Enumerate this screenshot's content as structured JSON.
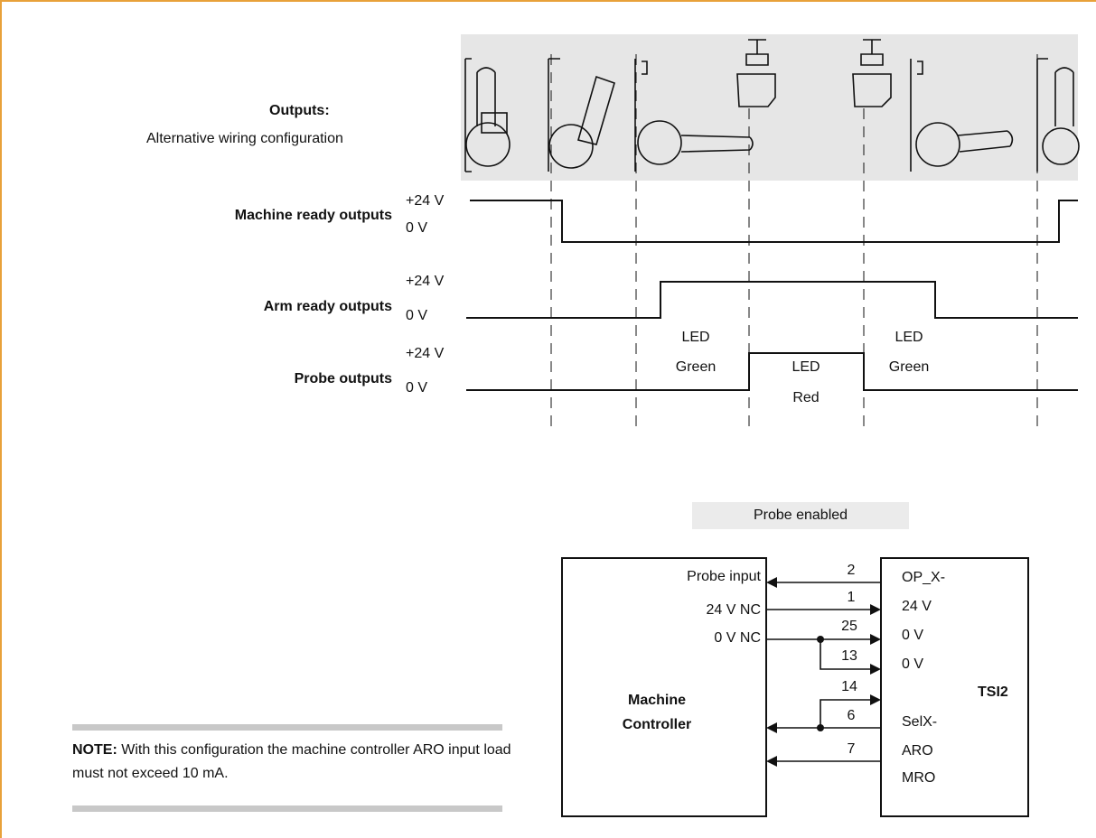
{
  "outputs": {
    "title": "Outputs:",
    "subtitle": "Alternative wiring configuration"
  },
  "signals": [
    {
      "name": "Machine ready outputs",
      "high": "+24 V",
      "low": "0 V"
    },
    {
      "name": "Arm ready outputs",
      "high": "+24 V",
      "low": "0 V"
    },
    {
      "name": "Probe outputs",
      "high": "+24 V",
      "low": "0 V"
    }
  ],
  "leds": {
    "green_left_1": "LED",
    "green_left_2": "Green",
    "red_1": "LED",
    "red_2": "Red",
    "green_right_1": "LED",
    "green_right_2": "Green"
  },
  "probe_enabled": "Probe enabled",
  "controller": {
    "name_1": "Machine",
    "name_2": "Controller",
    "ports": [
      "Probe input",
      "24 V NC",
      "0 V NC"
    ]
  },
  "tsi": {
    "name": "TSI2",
    "ports": [
      "OP_X-",
      "24 V",
      "0 V",
      "0 V",
      "SelX-",
      "ARO",
      "MRO"
    ]
  },
  "wires": [
    "2",
    "1",
    "25",
    "13",
    "14",
    "6",
    "7"
  ],
  "note": {
    "label": "NOTE:",
    "text": "With this configuration the machine controller ARO input load must not exceed 10 mA."
  }
}
